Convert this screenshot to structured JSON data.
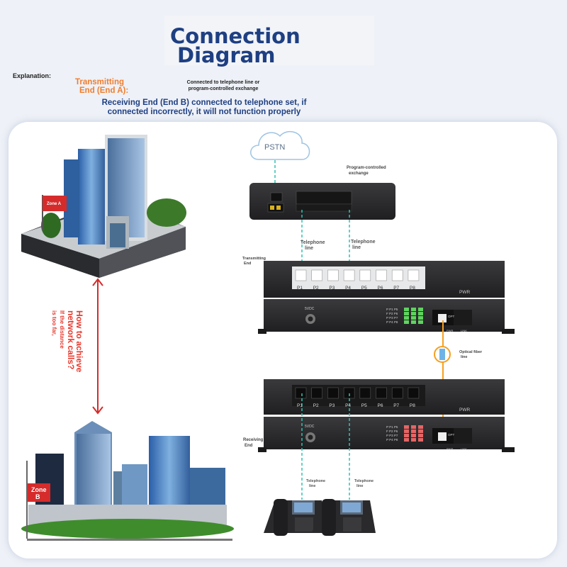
{
  "header": {
    "title_line1": "Connection",
    "title_line2": "Diagram"
  },
  "explanation": {
    "label": "Explanation:",
    "transmitting_line1": "Transmitting",
    "transmitting_line2": "End (End A):",
    "transmitting_desc_line1": "Connected to telephone line or",
    "transmitting_desc_line2": "program-controlled exchange",
    "receiving_line1": "Receiving End (End B) connected to telephone set, if",
    "receiving_line2": "connected incorrectly, it will not function properly"
  },
  "side": {
    "main_line1": "How to achieve",
    "main_line2": "network calls?",
    "sub_line1": "If the distance",
    "sub_line2": "is too far,"
  },
  "zones": {
    "a": "Zone A",
    "b_line1": "Zone",
    "b_line2": "B"
  },
  "diagram": {
    "pstn": "PSTN",
    "exchange_line1": "Program-controlled",
    "exchange_line2": "exchange",
    "tel_line_1": "Telephone",
    "tel_line_2": "line",
    "transmitting_end_line1": "Transmitting",
    "transmitting_end_line2": "End",
    "receiving_end_line1": "Receiving",
    "receiving_end_line2": "End",
    "fiber_line1": "Optical fiber",
    "fiber_line2": "line",
    "pwr": "PWR",
    "power_in": "5VDC",
    "opt": "OPT",
    "pwr_led": "PWR",
    "link_led": "LINK",
    "ports": [
      "P1",
      "P2",
      "P3",
      "P4",
      "P5",
      "P6",
      "P7",
      "P8"
    ],
    "led_rows": [
      {
        "a": "P",
        "b": "P1",
        "c": "P5"
      },
      {
        "a": "F",
        "b": "P2",
        "c": "P6"
      },
      {
        "a": "P",
        "b": "P3",
        "c": "P7"
      },
      {
        "a": "P",
        "b": "P4",
        "c": "P8"
      }
    ]
  },
  "colors": {
    "title": "#1e3f82",
    "accent_orange": "#f07d2e",
    "alert_red": "#e8382c",
    "cable_teal": "#2ec4b0",
    "fiber_orange": "#f5a020",
    "device": "#2b2b2d",
    "led_green": "#5fd35f",
    "led_red": "#e56565"
  }
}
